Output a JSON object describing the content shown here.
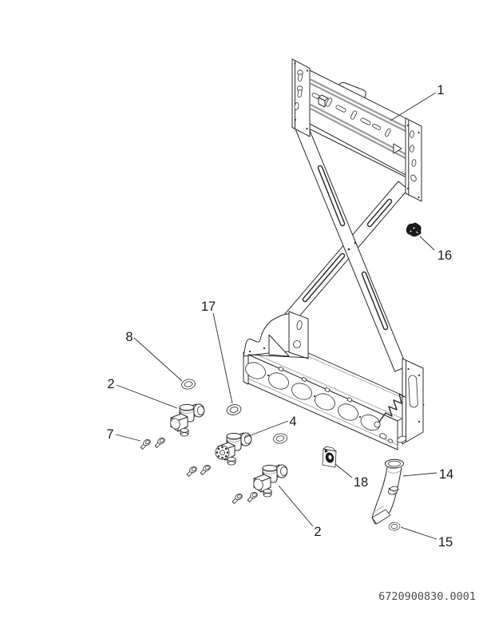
{
  "document": {
    "drawing_number": "6720900830.0001"
  },
  "callouts": [
    {
      "label": "1"
    },
    {
      "label": "16"
    },
    {
      "label": "17"
    },
    {
      "label": "8"
    },
    {
      "label": "2"
    },
    {
      "label": "7"
    },
    {
      "label": "4"
    },
    {
      "label": "18"
    },
    {
      "label": "2"
    },
    {
      "label": "14"
    },
    {
      "label": "15"
    }
  ],
  "colors": {
    "background": "#ffffff",
    "line": "#2b2b2b",
    "rail_gray": "#9b9b9b",
    "dark_fill": "#1a1a1a",
    "callout_text": "#1a1a1a",
    "drawing_number_text": "#4f4f4f"
  }
}
